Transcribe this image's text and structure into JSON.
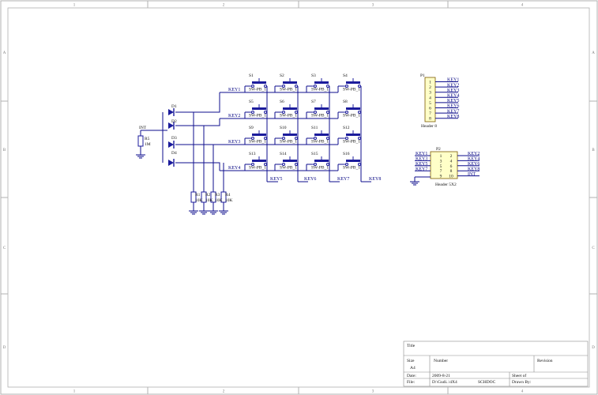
{
  "frame": {
    "columns": [
      "1",
      "2",
      "3",
      "4"
    ],
    "rows": [
      "A",
      "B",
      "C",
      "D"
    ]
  },
  "title_block": {
    "title_label": "Title",
    "size_label": "Size",
    "size_value": "A4",
    "number_label": "Number",
    "revision_label": "Revision",
    "date_label": "Date:",
    "date_value": "2009-8-21",
    "sheet_label": "Sheet    of",
    "file_label": "File:",
    "file_value": "D:\\Gudi..\\4X4",
    "file_name": "SCHDOC",
    "drawn_label": "Drawn By:"
  },
  "switches": [
    {
      "ref": "S1",
      "type": "SW-PB_1"
    },
    {
      "ref": "S2",
      "type": "SW-PB_1"
    },
    {
      "ref": "S3",
      "type": "SW-PB_1"
    },
    {
      "ref": "S4",
      "type": "SW-PB_1"
    },
    {
      "ref": "S5",
      "type": "SW-PB_1"
    },
    {
      "ref": "S6",
      "type": "SW-PB_1"
    },
    {
      "ref": "S7",
      "type": "SW-PB_1"
    },
    {
      "ref": "S8",
      "type": "SW-PB_1"
    },
    {
      "ref": "S9",
      "type": "SW-PB_1"
    },
    {
      "ref": "S10",
      "type": "SW-PB_1"
    },
    {
      "ref": "S11",
      "type": "SW-PB_1"
    },
    {
      "ref": "S12",
      "type": "SW-PB_1"
    },
    {
      "ref": "S13",
      "type": "SW-PB_1"
    },
    {
      "ref": "S14",
      "type": "SW-PB_1"
    },
    {
      "ref": "S15",
      "type": "SW-PB_1"
    },
    {
      "ref": "S16",
      "type": "SW-PB_1"
    }
  ],
  "row_nets": [
    "KEY1",
    "KEY2",
    "KEY3",
    "KEY4"
  ],
  "column_nets": [
    "KEY5",
    "KEY6",
    "KEY7",
    "KEY8"
  ],
  "diodes": [
    "D1",
    "D2",
    "D3",
    "D4"
  ],
  "int_net": "INT",
  "r5": {
    "ref": "R5",
    "value": "1M"
  },
  "pulldowns": [
    {
      "ref": "R1",
      "value": "10K"
    },
    {
      "ref": "R2",
      "value": "10K"
    },
    {
      "ref": "R3",
      "value": "10K"
    },
    {
      "ref": "R4",
      "value": "10K"
    }
  ],
  "p1": {
    "ref": "P1",
    "name": "Header 8",
    "pins": [
      "1",
      "2",
      "3",
      "4",
      "5",
      "6",
      "7",
      "8"
    ],
    "nets": [
      "KEY1",
      "KEY2",
      "KEY3",
      "KEY4",
      "KEY5",
      "KEY6",
      "KEY7",
      "KEY8"
    ]
  },
  "p2": {
    "ref": "P2",
    "name": "Header 5X2",
    "left_pins": [
      "1",
      "3",
      "5",
      "7",
      "9"
    ],
    "right_pins": [
      "2",
      "4",
      "6",
      "8",
      "10"
    ],
    "left_nets": [
      "KEY1",
      "KEY3",
      "KEY5",
      "KEY7"
    ],
    "right_nets": [
      "KEY2",
      "KEY4",
      "KEY6",
      "KEY8",
      "INT"
    ]
  }
}
